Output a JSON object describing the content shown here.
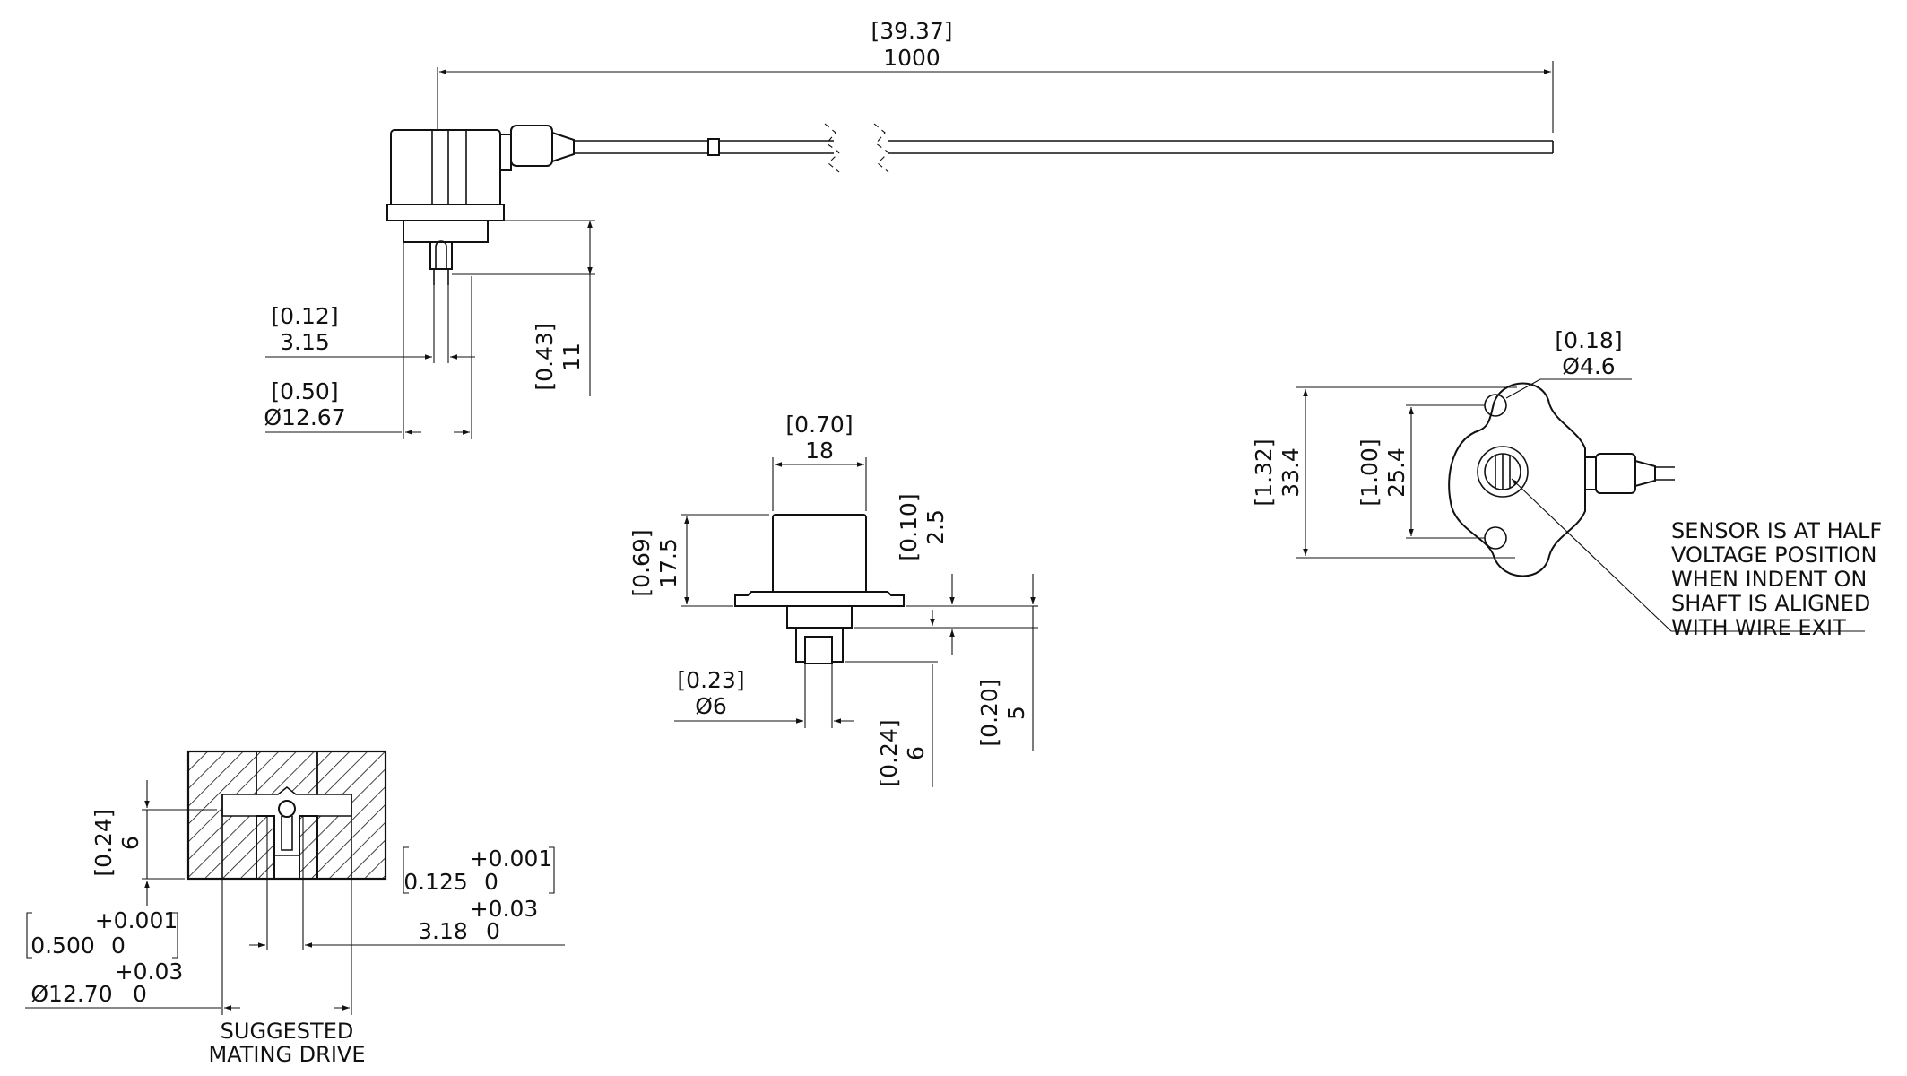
{
  "top_view": {
    "cable_length": {
      "inch": "[39.37]",
      "mm": "1000"
    },
    "shaft_flat": {
      "inch": "[0.12]",
      "mm": "3.15"
    },
    "shaft_length": {
      "inch": "[0.43]",
      "mm": "11"
    },
    "shaft_dia": {
      "inch": "[0.50]",
      "mm": "Ø12.67"
    }
  },
  "side_view": {
    "body_width": {
      "inch": "[0.70]",
      "mm": "18"
    },
    "body_height": {
      "inch": "[0.69]",
      "mm": "17.5"
    },
    "flange": {
      "inch": "[0.10]",
      "mm": "2.5"
    },
    "shaft_dia": {
      "inch": "[0.23]",
      "mm": "Ø6"
    },
    "shaft_length": {
      "inch": "[0.24]",
      "mm": "6"
    },
    "boss": {
      "inch": "[0.20]",
      "mm": "5"
    }
  },
  "front_view": {
    "hole_dia": {
      "inch": "[0.18]",
      "mm": "Ø4.6"
    },
    "height": {
      "inch": "[1.32]",
      "mm": "33.4"
    },
    "hole_spacing": {
      "inch": "[1.00]",
      "mm": "25.4"
    },
    "note_lines": [
      "SENSOR IS AT HALF",
      "VOLTAGE POSITION",
      "WHEN INDENT ON",
      "SHAFT IS ALIGNED",
      "WITH WIRE EXIT"
    ]
  },
  "mating_drive": {
    "depth": {
      "inch": "[0.24]",
      "mm": "6"
    },
    "slot_inch": {
      "base": "0.125",
      "upper": "+0.001",
      "lower": "0"
    },
    "slot_mm": {
      "base": "3.18",
      "upper": "+0.03",
      "lower": "0"
    },
    "bore_inch": {
      "base": "0.500",
      "upper": "+0.001",
      "lower": "0"
    },
    "bore_mm": {
      "base": "Ø12.70",
      "upper": "+0.03",
      "lower": "0"
    },
    "caption_lines": [
      "SUGGESTED",
      "MATING DRIVE"
    ]
  }
}
